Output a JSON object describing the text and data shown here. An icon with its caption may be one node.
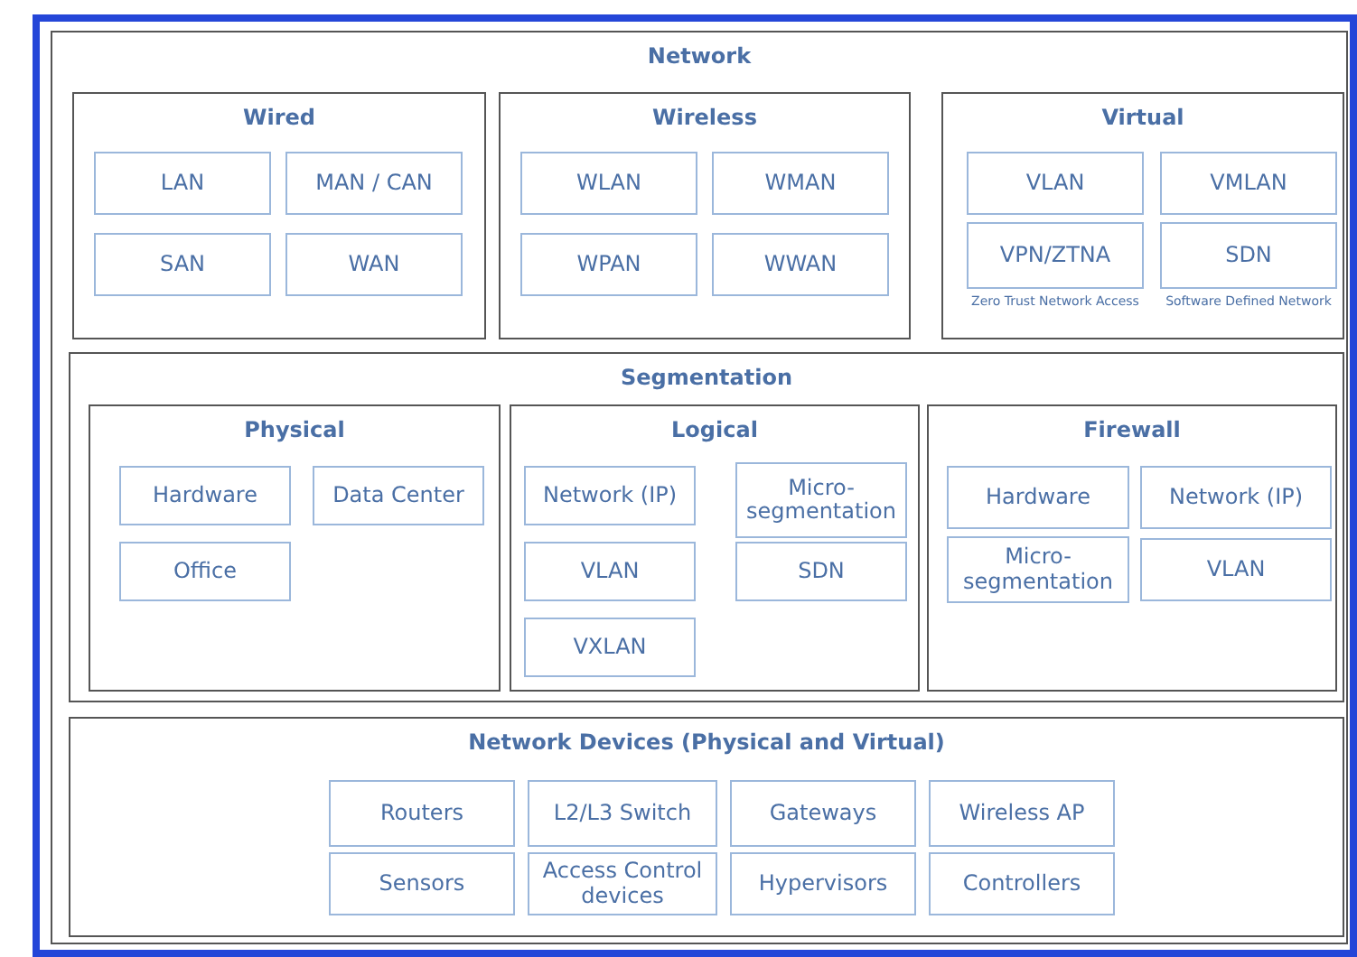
{
  "diagram": {
    "nodes": [
      {
        "text": [
          "Network"
        ]
      },
      {
        "text": [
          "Wired"
        ],
        "in": 0
      },
      {
        "text": [
          "LAN"
        ],
        "in": 1
      },
      {
        "text": [
          "MAN / CAN"
        ],
        "in": 1
      },
      {
        "text": [
          "SAN"
        ],
        "in": 1
      },
      {
        "text": [
          "WAN"
        ],
        "in": 1
      },
      {
        "text": [
          "Wireless"
        ],
        "in": 0
      },
      {
        "text": [
          "WLAN"
        ],
        "in": 6
      },
      {
        "text": [
          "WMAN"
        ],
        "in": 6
      },
      {
        "text": [
          "WPAN"
        ],
        "in": 6
      },
      {
        "text": [
          "WWAN"
        ],
        "in": 6
      },
      {
        "text": [
          "Virtual"
        ],
        "in": 0
      },
      {
        "text": [
          "VLAN"
        ],
        "in": 11
      },
      {
        "text": [
          "VMLAN"
        ],
        "in": 11
      },
      {
        "text": [
          "VPN/ZTNA"
        ],
        "in": 11,
        "beside": [
          "Zero Trust Network Access"
        ]
      },
      {
        "text": [
          "SDN"
        ],
        "in": 11,
        "beside": [
          "Software Defined Network"
        ]
      },
      {
        "text": [
          "Segmentation"
        ],
        "in": 0
      },
      {
        "text": [
          "Physical"
        ],
        "in": 16
      },
      {
        "text": [
          "Hardware"
        ],
        "in": 17
      },
      {
        "text": [
          "Data Center"
        ],
        "in": 17
      },
      {
        "text": [
          "Office"
        ],
        "in": 17
      },
      {
        "text": [
          "Logical"
        ],
        "in": 16
      },
      {
        "text": [
          "Network (IP)"
        ],
        "in": 21
      },
      {
        "text": [
          "Micro-segmentation"
        ],
        "in": 21
      },
      {
        "text": [
          "VLAN"
        ],
        "in": 21
      },
      {
        "text": [
          "SDN"
        ],
        "in": 21
      },
      {
        "text": [
          "VXLAN"
        ],
        "in": 21
      },
      {
        "text": [
          "Firewall"
        ],
        "in": 16
      },
      {
        "text": [
          "Hardware"
        ],
        "in": 27
      },
      {
        "text": [
          "Network (IP)"
        ],
        "in": 27
      },
      {
        "text": [
          "Micro-segmentation"
        ],
        "in": 27
      },
      {
        "text": [
          "VLAN"
        ],
        "in": 27
      },
      {
        "text": [
          "Network Devices (Physical and Virtual)"
        ],
        "in": 0
      },
      {
        "text": [
          "Routers"
        ],
        "in": 32
      },
      {
        "text": [
          "L2/L3 Switch"
        ],
        "in": 32
      },
      {
        "text": [
          "Gateways"
        ],
        "in": 32
      },
      {
        "text": [
          "Wireless AP"
        ],
        "in": 32
      },
      {
        "text": [
          "Sensors"
        ],
        "in": 32
      },
      {
        "text": [
          "Access Control devices"
        ],
        "in": 32
      },
      {
        "text": [
          "Hypervisors"
        ],
        "in": 32
      },
      {
        "text": [
          "Controllers"
        ],
        "in": 32
      }
    ]
  }
}
